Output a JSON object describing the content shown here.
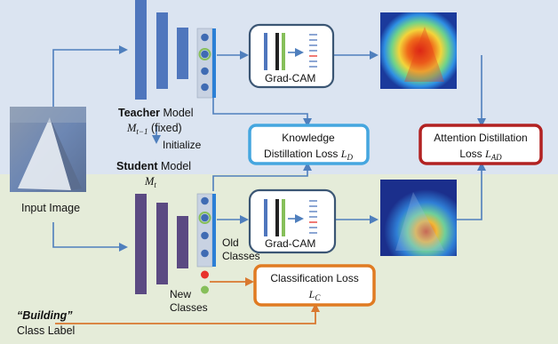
{
  "teacher": {
    "name_bold": "Teacher",
    "name_rest": " Model",
    "symbol": "M",
    "symbol_sub": "t−1",
    "symbol_rest": " (fixed)"
  },
  "initialize_label": "Initialize",
  "student": {
    "name_bold": "Student",
    "name_rest": " Model",
    "symbol": "M",
    "symbol_sub": "t"
  },
  "input_label": "Input Image",
  "gradcam_label": "Grad-CAM",
  "kd_loss": {
    "line1": "Knowledge",
    "line2": "Distillation Loss ",
    "symbol": "L",
    "sub": "D"
  },
  "ad_loss": {
    "line1": "Attention Distillation",
    "line2": "Loss ",
    "symbol": "L",
    "sub": "AD"
  },
  "cls_loss": {
    "line1": "Classification Loss",
    "symbol": "L",
    "sub": "C"
  },
  "old_classes": {
    "line1": "Old",
    "line2": "Classes"
  },
  "new_classes": {
    "line1": "New",
    "line2": "Classes"
  },
  "class_label": {
    "line1": "“Building”",
    "line2": "Class Label"
  },
  "colors": {
    "teacher_bg": "#dbe4f1",
    "student_bg": "#e5ecd9",
    "teacher_net": "#4f76bd",
    "student_net": "#5b4a82",
    "arrow_blue": "#4f7fbd",
    "arrow_orange": "#d9782f",
    "kd_border": "#45a6df",
    "ad_border": "#b22222",
    "cls_border": "#e07b22",
    "gradcam_border": "#3b5674",
    "feature_blue": "#3f6bb3",
    "feature_green": "#86bf5a",
    "feature_red": "#e8322b",
    "feature_bar": "#2b7fd6"
  }
}
